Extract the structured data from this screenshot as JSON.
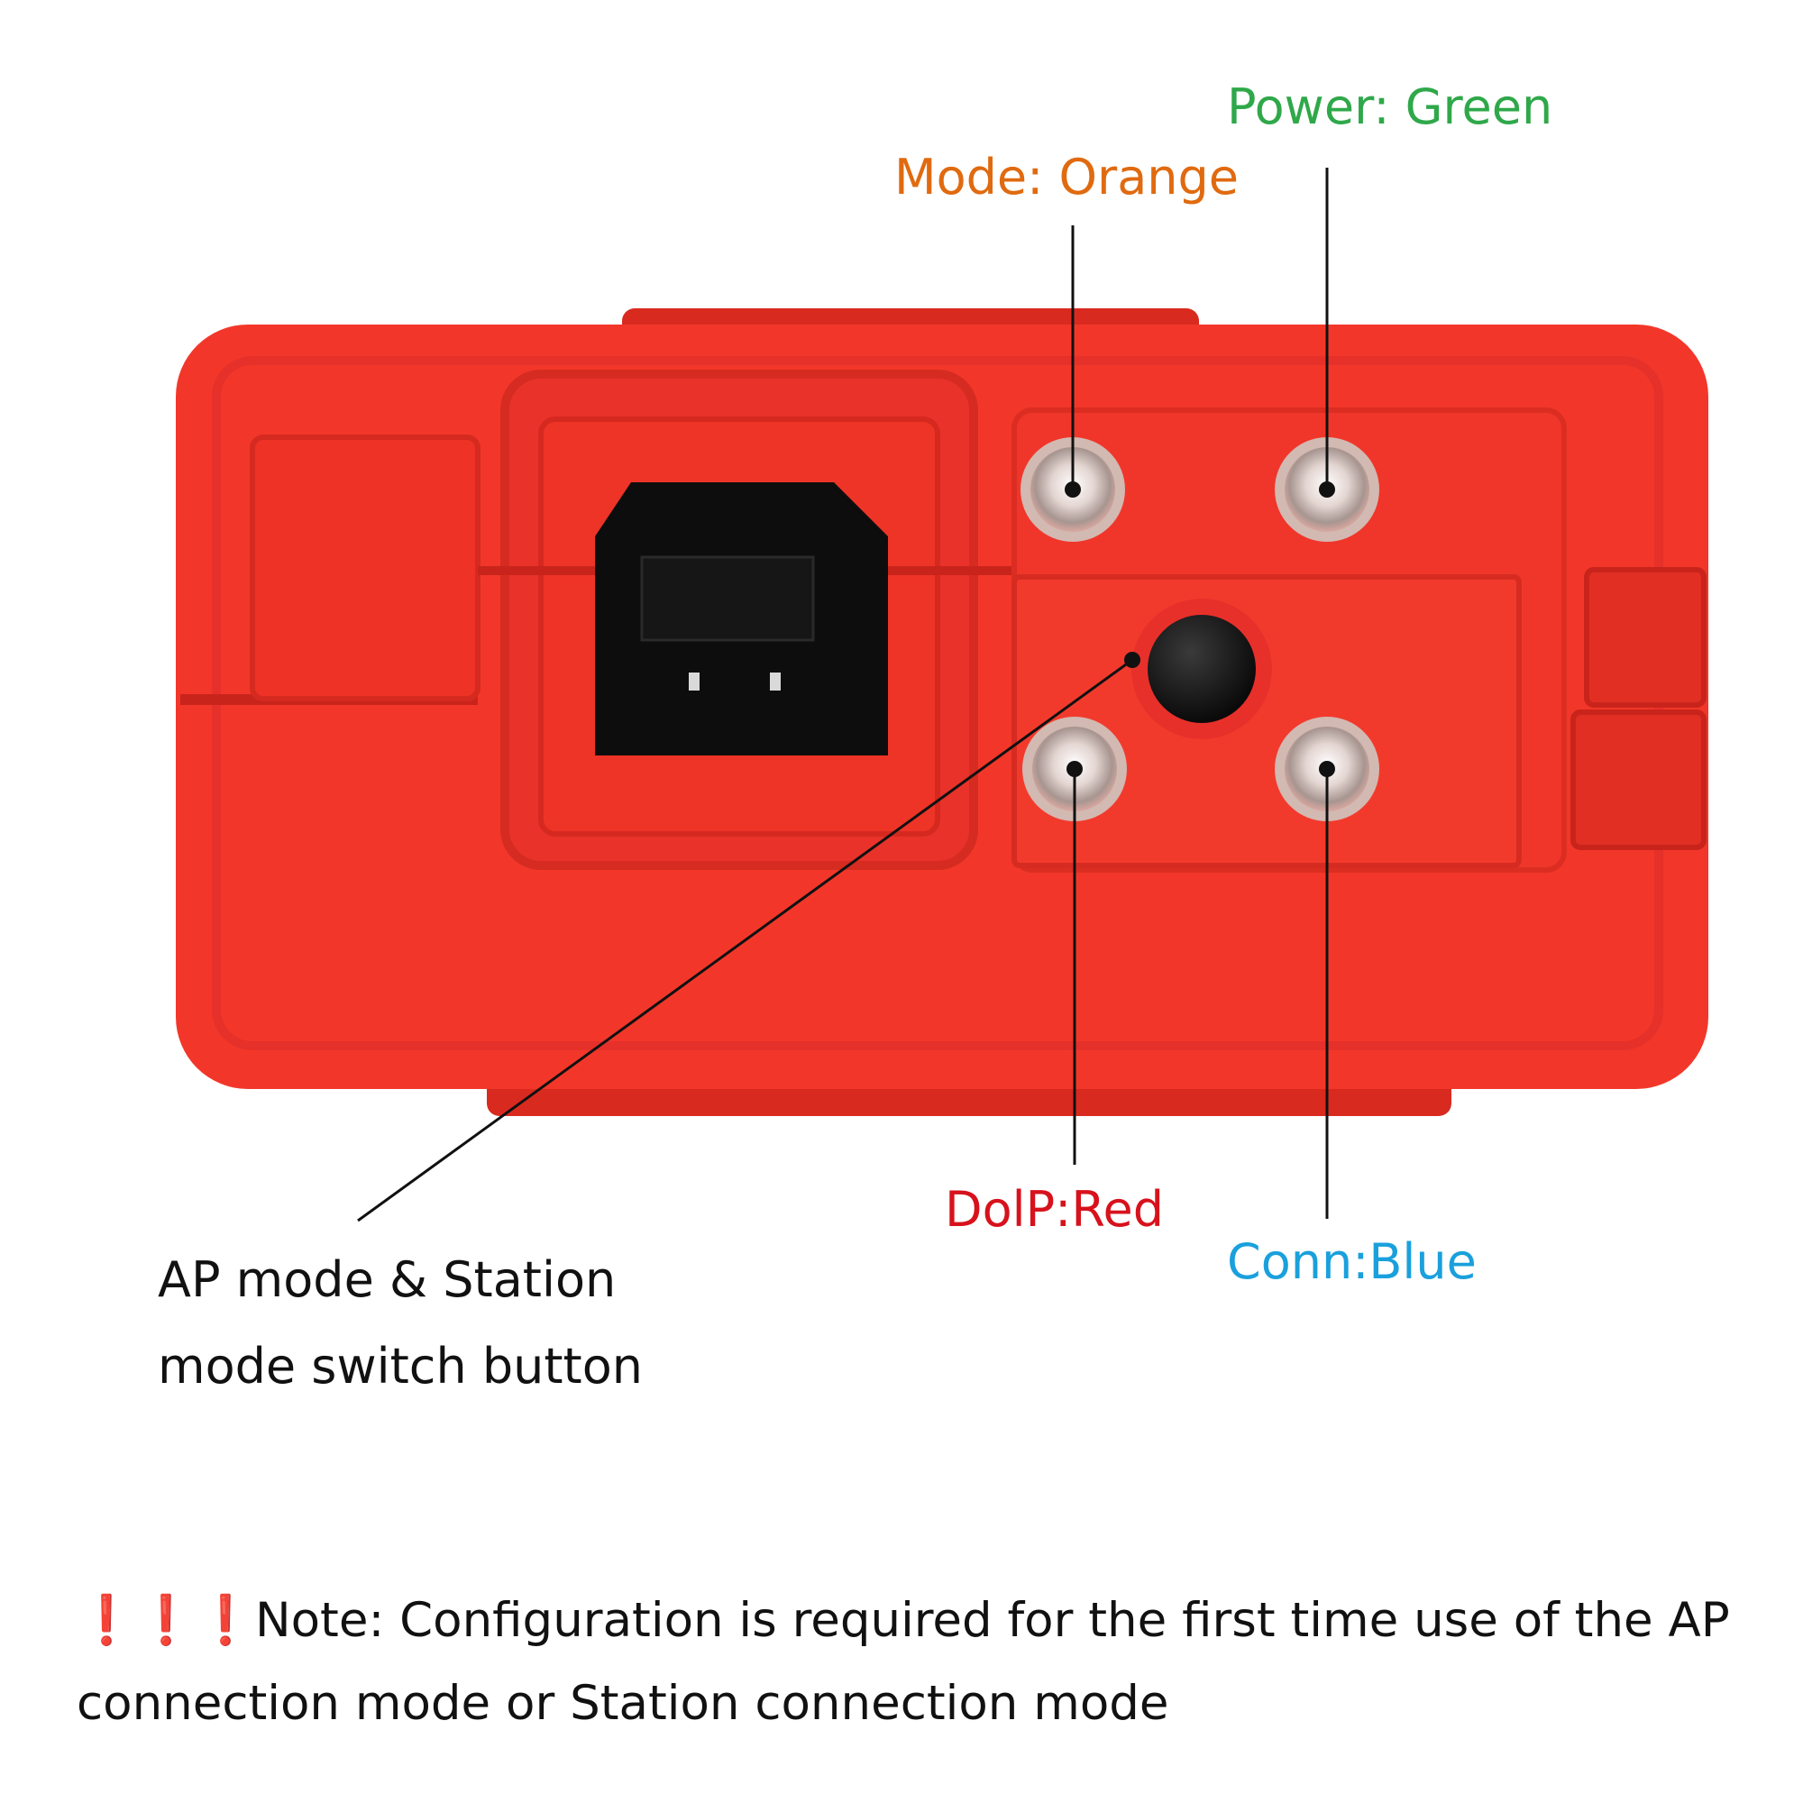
{
  "labels": {
    "mode": {
      "text": "Mode: Orange",
      "color": "#e06a10"
    },
    "power": {
      "text": "Power: Green",
      "color": "#2fa84a"
    },
    "dolp": {
      "text": "DolP:Red",
      "color": "#d7121c"
    },
    "conn": {
      "text": "Conn:Blue",
      "color": "#1aa0dc"
    },
    "ap_switch": {
      "line1": "AP mode & Station",
      "line2": "mode switch button"
    }
  },
  "note": {
    "marks": "❗❗❗",
    "text": "Note: Configuration is required for the first time use of the AP connection mode or Station connection mode"
  },
  "colors": {
    "device_body": "#f2372a",
    "device_dark": "#c9241b",
    "port": "#0d0d0d",
    "leader_line": "#111111"
  },
  "icons": [
    "usb-b-port-icon",
    "led-icon",
    "push-button-icon"
  ]
}
